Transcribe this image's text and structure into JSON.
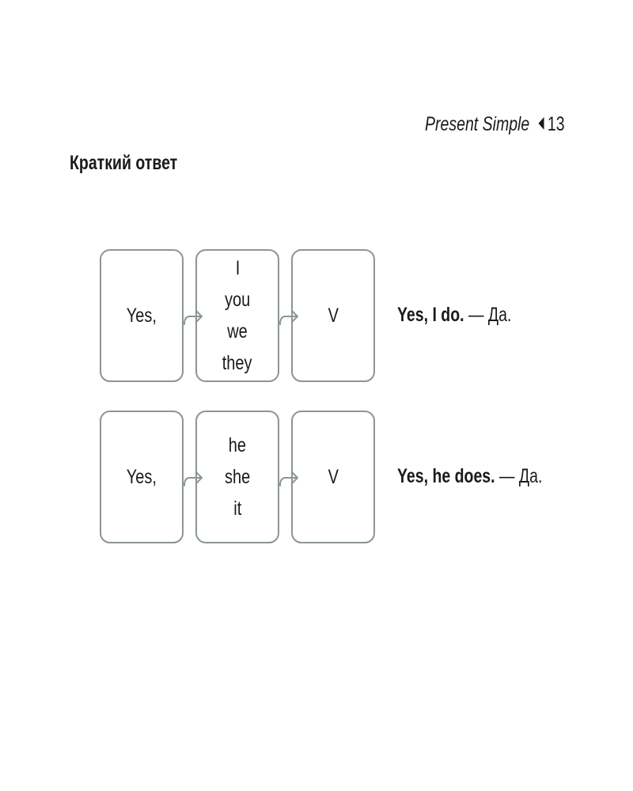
{
  "header": {
    "section": "Present Simple",
    "page_number": "13"
  },
  "title": "Краткий ответ",
  "rows": [
    {
      "cells": [
        [
          "Yes,"
        ],
        [
          "I",
          "you",
          "we",
          "they"
        ],
        [
          "V"
        ]
      ],
      "example_bold": "Yes, I do.",
      "example_rest": " — Да."
    },
    {
      "cells": [
        [
          "Yes,"
        ],
        [
          "he",
          "she",
          "it"
        ],
        [
          "V"
        ]
      ],
      "example_bold": "Yes, he does.",
      "example_rest": " — Да."
    }
  ],
  "colors": {
    "box_border": "#8c9595",
    "text": "#1a1a1a"
  }
}
